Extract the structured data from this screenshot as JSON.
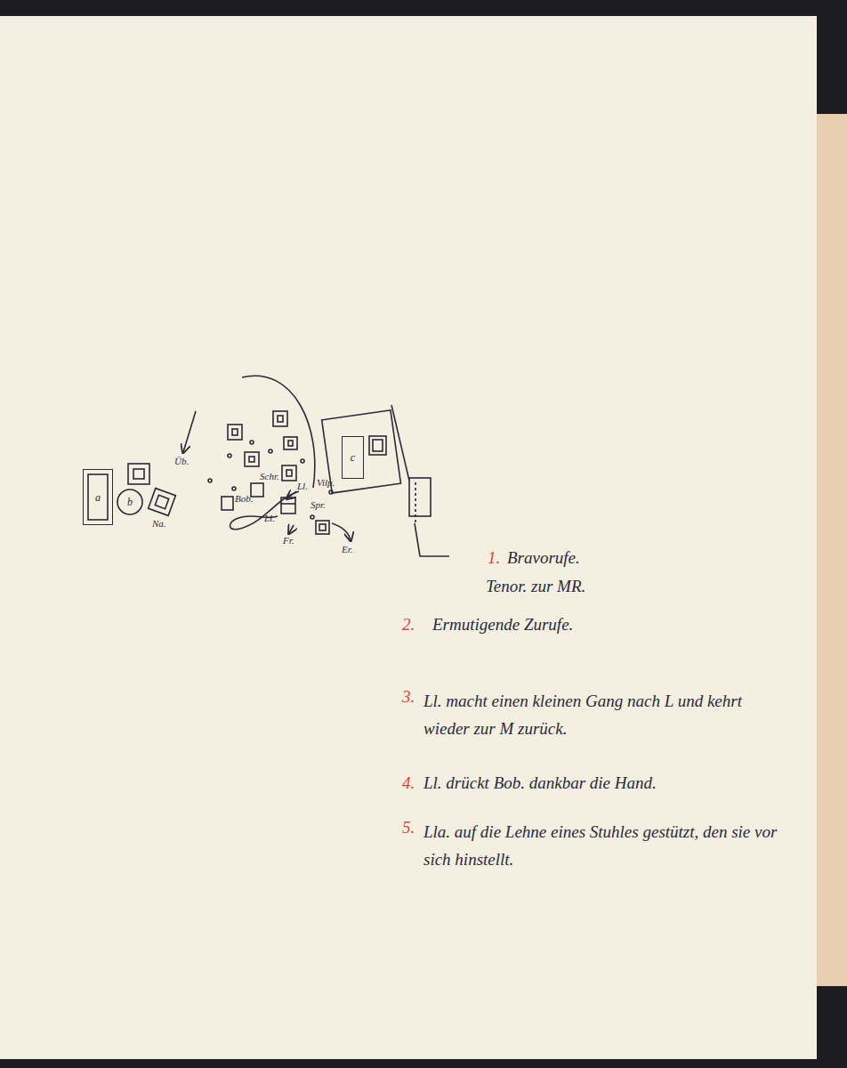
{
  "diagram": {
    "nodes": [
      {
        "text": [
          "a"
        ]
      },
      {
        "text": [
          "b"
        ]
      },
      {
        "text": [
          "c"
        ]
      }
    ],
    "labels": [
      "Üb.",
      "Schr.",
      "Bob.",
      "Ll.",
      "Vilp.",
      "Spr.",
      "Na.",
      "Ll.",
      "Fr.",
      "Er.",
      "1.",
      "Bravorufe.",
      "Tenor. zur MR.",
      "2.",
      "Ermutigende Zurufe.",
      "3.",
      "Ll. macht einen kleinen Gang nach L und kehrt wieder zur M zurück.",
      "4.",
      "Ll. drückt Bob. dankbar die Hand.",
      "5.",
      "Lla. auf die Lehne eines Stuhles gestützt, den sie vor sich hinstellt."
    ]
  }
}
